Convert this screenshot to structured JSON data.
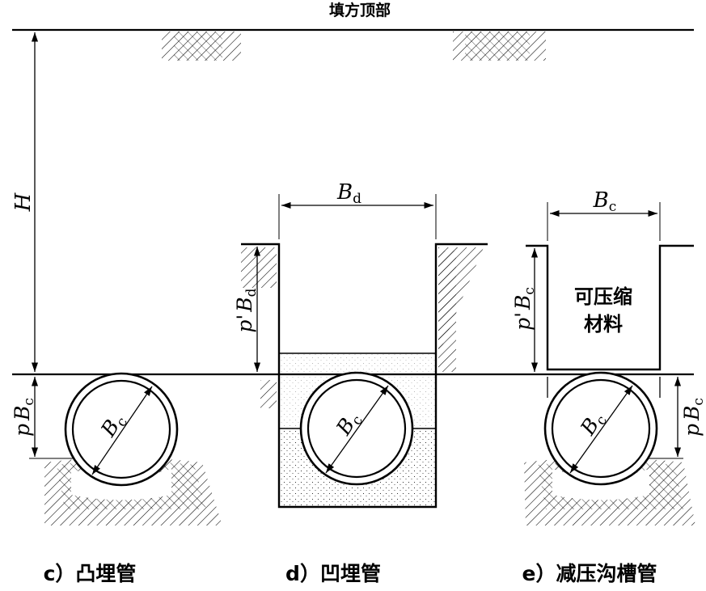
{
  "top_label": "填方顶部",
  "dims": {
    "H": "H",
    "Bd": "B",
    "Bd_sub": "d",
    "Bc": "B",
    "Bc_sub": "c",
    "p_prime": "p",
    "p": "p",
    "prime": "'"
  },
  "material_label_line1": "可压缩",
  "material_label_line2": "材料",
  "captions": {
    "c": "c）凸埋管",
    "d": "d）凹埋管",
    "e": "e）减压沟槽管"
  }
}
